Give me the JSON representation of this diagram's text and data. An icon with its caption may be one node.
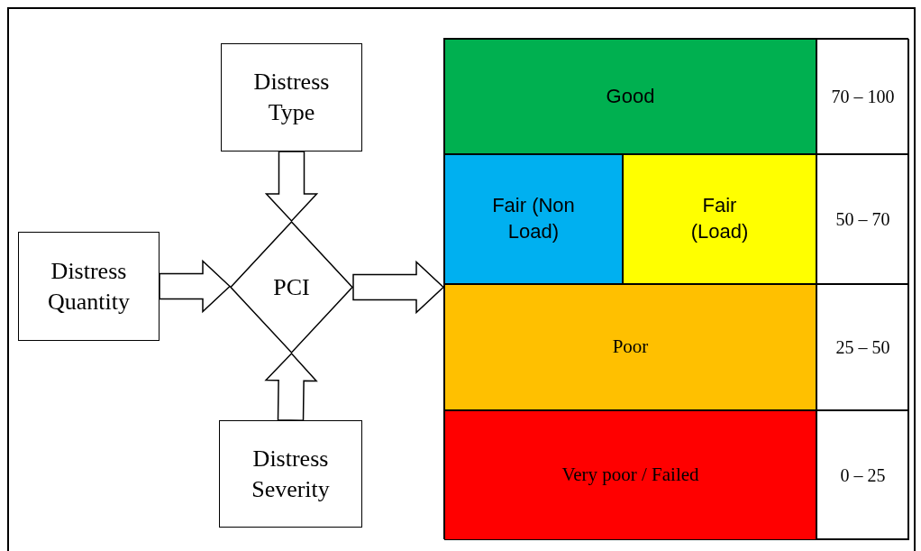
{
  "diagram": {
    "nodes": [
      {
        "text": [
          "Distress Type"
        ]
      },
      {
        "text": [
          "Distress Quantity"
        ]
      },
      {
        "text": [
          "PCI"
        ]
      },
      {
        "text": [
          "Distress Severity"
        ]
      },
      {
        "text": [],
        "shape": "box"
      },
      {
        "text": [
          "Good"
        ],
        "in": 4
      },
      {
        "text": [
          "70 – 100"
        ],
        "in": 4
      },
      {
        "text": [
          "Fair (Non Load)"
        ],
        "in": 4
      },
      {
        "text": [
          "Fair (Load)"
        ],
        "in": 4
      },
      {
        "text": [
          "50 – 70"
        ],
        "in": 4
      },
      {
        "text": [
          "Poor"
        ],
        "in": 4
      },
      {
        "text": [
          "25 – 50"
        ],
        "in": 4
      },
      {
        "text": [
          "Very poor / Failed"
        ],
        "in": 4
      },
      {
        "text": [
          "0 – 25"
        ],
        "in": 4
      }
    ],
    "edges": [
      {
        "from": 0,
        "to": 2,
        "arrow": "to"
      },
      {
        "from": 1,
        "to": 2,
        "arrow": "to"
      },
      {
        "from": 3,
        "to": 2,
        "arrow": "to"
      },
      {
        "from": 2,
        "to": 4,
        "arrow": "to"
      }
    ]
  }
}
